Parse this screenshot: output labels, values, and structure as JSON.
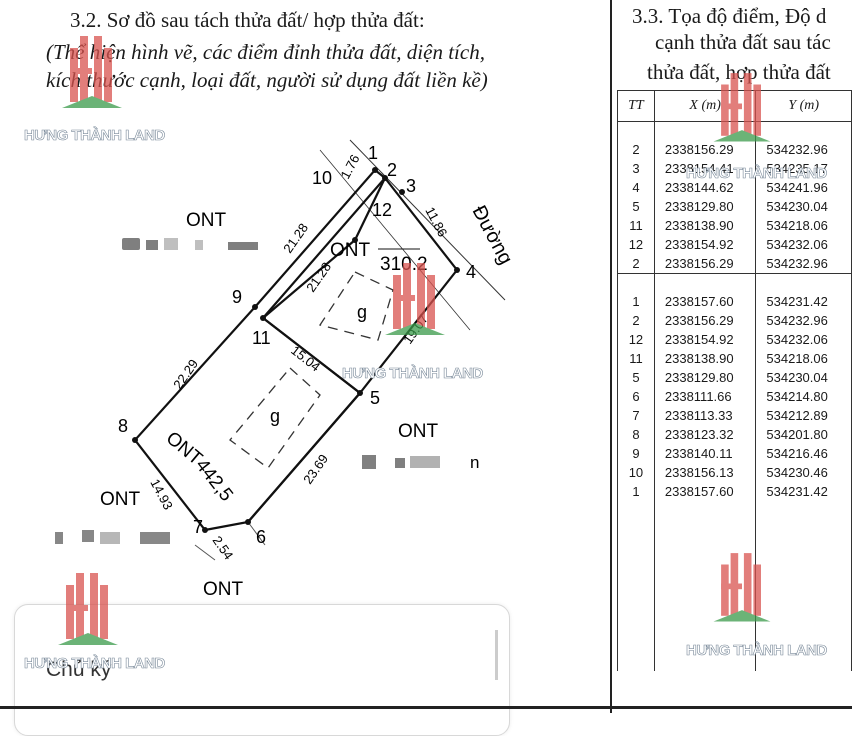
{
  "left": {
    "heading": "3.2. Sơ đồ sau tách thửa đất/ hợp thửa đất:",
    "note_line1": "(Thể hiện hình vẽ, các điểm đỉnh thửa đất, diện tích,",
    "note_line2": "kích thước cạnh, loại đất, người sử dụng đất liền kề)",
    "signature_label": "Chủ ký"
  },
  "right": {
    "heading_line1": "3.3. Tọa độ điểm, Độ d",
    "heading_line2": "cạnh thửa đất sau tác",
    "heading_line3": "thửa đất, hợp thửa đất",
    "columns": [
      "TT",
      "X (m)",
      "Y (m)"
    ],
    "group1": [
      [
        "2",
        "2338156.29",
        "534232.96"
      ],
      [
        "3",
        "2338154.41",
        "534235.17"
      ],
      [
        "4",
        "2338144.62",
        "534241.96"
      ],
      [
        "5",
        "2338129.80",
        "534230.04"
      ],
      [
        "11",
        "2338138.90",
        "534218.06"
      ],
      [
        "12",
        "2338154.92",
        "534232.06"
      ],
      [
        "2",
        "2338156.29",
        "534232.96"
      ]
    ],
    "group2": [
      [
        "1",
        "2338157.60",
        "534231.42"
      ],
      [
        "2",
        "2338156.29",
        "534232.96"
      ],
      [
        "12",
        "2338154.92",
        "534232.06"
      ],
      [
        "11",
        "2338138.90",
        "534218.06"
      ],
      [
        "5",
        "2338129.80",
        "534230.04"
      ],
      [
        "6",
        "2338111.66",
        "534214.80"
      ],
      [
        "7",
        "2338113.33",
        "534212.89"
      ],
      [
        "8",
        "2338123.32",
        "534201.80"
      ],
      [
        "9",
        "2338140.11",
        "534216.46"
      ],
      [
        "10",
        "2338156.13",
        "534230.46"
      ],
      [
        "1",
        "2338157.60",
        "534231.42"
      ]
    ]
  },
  "map": {
    "points": [
      "1",
      "2",
      "3",
      "4",
      "5",
      "6",
      "7",
      "8",
      "9",
      "10",
      "11",
      "12"
    ],
    "edges": {
      "e1_2": "1.76",
      "e2_4": "11.86",
      "e2_9": "21.28",
      "e12_11": "21.28",
      "e4_5": "19.07",
      "e11_5": "15.04",
      "e9_8": "22.29",
      "e5_6": "23.69",
      "e8_7": "14.93",
      "e7_6": "2.54"
    },
    "parcel_upper_label": "ONT",
    "parcel_upper_area": "310.2",
    "parcel_lower_label": "ONT",
    "parcel_lower_area": "442,5",
    "house_label": "g",
    "road_label": "Đường",
    "neighbors": [
      "ONT",
      "ONT",
      "ONT",
      "ONT"
    ],
    "neighbor_owner_suffix": "n"
  },
  "watermark": {
    "brand": "HƯNG THÀNH LAND",
    "logo_color": "#d9534f",
    "accent_color": "#3a9a4a"
  }
}
